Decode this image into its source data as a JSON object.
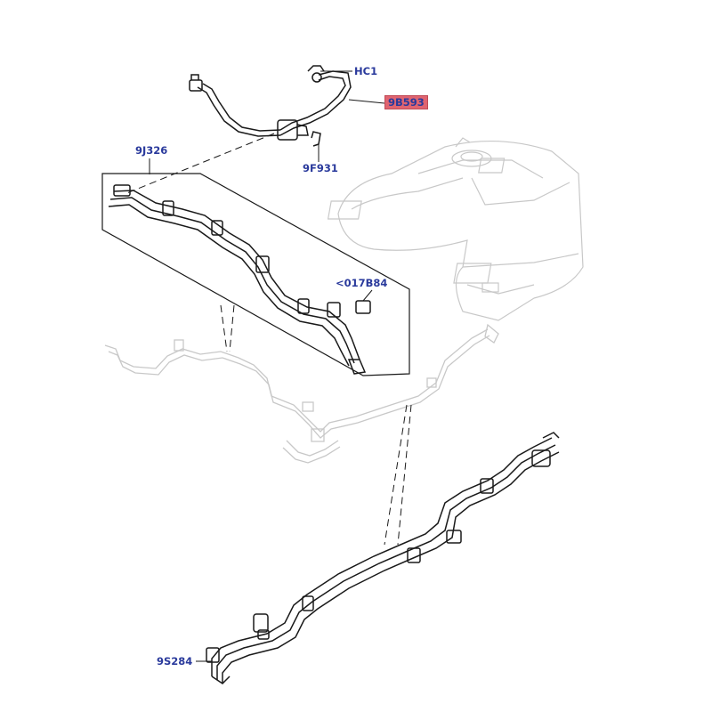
{
  "colors": {
    "label_text": "#2a3a9c",
    "highlight_fill": "#e06470",
    "line_dark": "#1a1a1a",
    "line_ghost": "#c8c8c8"
  },
  "callouts": {
    "hc1": "HC1",
    "part_9b593": "9B593",
    "part_9f931": "9F931",
    "part_9j326": "9J326",
    "part_017b84": "<017B84",
    "part_9s284": "9S284"
  }
}
